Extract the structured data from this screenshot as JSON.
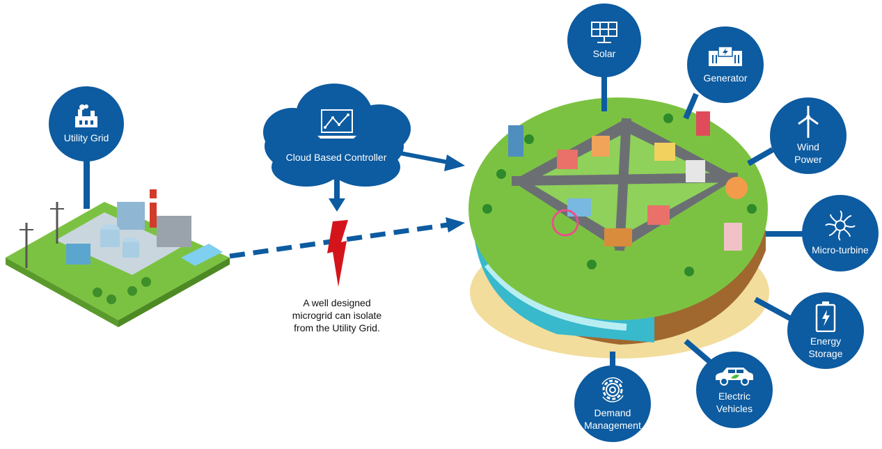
{
  "nodes": {
    "utility_grid": {
      "label": "Utility Grid",
      "icon": "power-plant-icon"
    },
    "cloud_controller": {
      "label": "Cloud Based Controller",
      "icon": "laptop-chart-icon"
    },
    "solar": {
      "label": "Solar",
      "icon": "solar-panel-icon"
    },
    "generator": {
      "label": "Generator",
      "icon": "generator-icon"
    },
    "wind": {
      "label": "Wind\nPower",
      "icon": "wind-turbine-icon"
    },
    "microturbine": {
      "label": "Micro-turbine",
      "icon": "turbine-fan-icon"
    },
    "storage": {
      "label": "Energy\nStorage",
      "icon": "battery-icon"
    },
    "ev": {
      "label": "Electric\nVehicles",
      "icon": "electric-car-icon"
    },
    "demand": {
      "label": "Demand\nManagement",
      "icon": "gear-icon"
    }
  },
  "note": "A well designed\nmicrogrid can isolate\nfrom the Utility Grid.",
  "colors": {
    "node_blue": "#0d5ba0",
    "fault_red": "#d4141b",
    "grass": "#7cc242",
    "sea": "#3cc3d0",
    "sand": "#f2dd9c"
  }
}
